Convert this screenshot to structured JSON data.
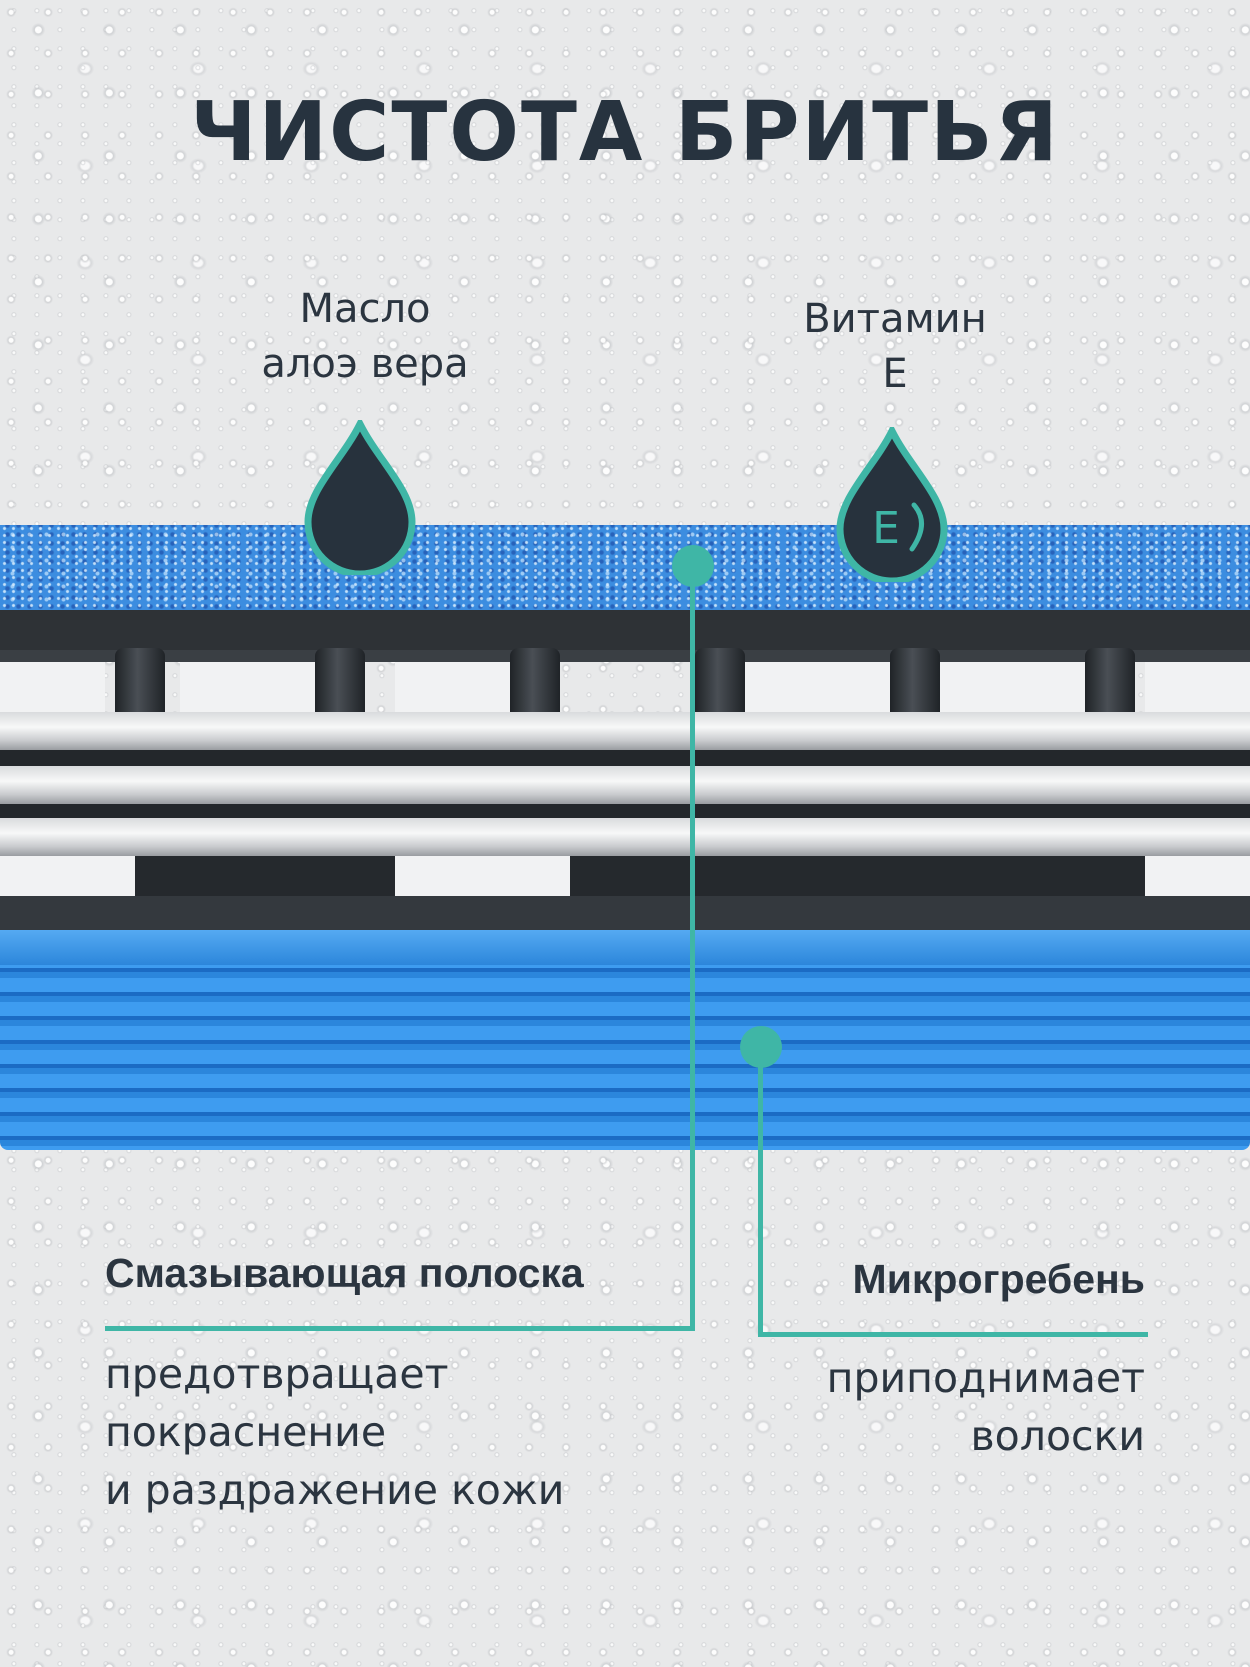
{
  "title": "ЧИСТОТА БРИТЬЯ",
  "ingredients": {
    "aloe": {
      "line1": "Масло",
      "line2": "алоэ вера"
    },
    "vitamin": {
      "line1": "Витамин",
      "line2": "E",
      "icon_letter": "E"
    }
  },
  "features": {
    "strip": {
      "title": "Смазывающая полоска",
      "desc_line1": "предотвращает",
      "desc_line2": "покраснение",
      "desc_line3": "и раздражение кожи"
    },
    "comb": {
      "title": "Микрогребень",
      "desc_line1": "приподнимает",
      "desc_line2": "волоски"
    }
  },
  "colors": {
    "accent": "#3fb6a6",
    "text": "#2b3540",
    "drop_fill": "#27323d",
    "blue": "#2a86dc"
  },
  "icons": [
    "water-drop-icon",
    "vitamin-e-drop-icon"
  ]
}
